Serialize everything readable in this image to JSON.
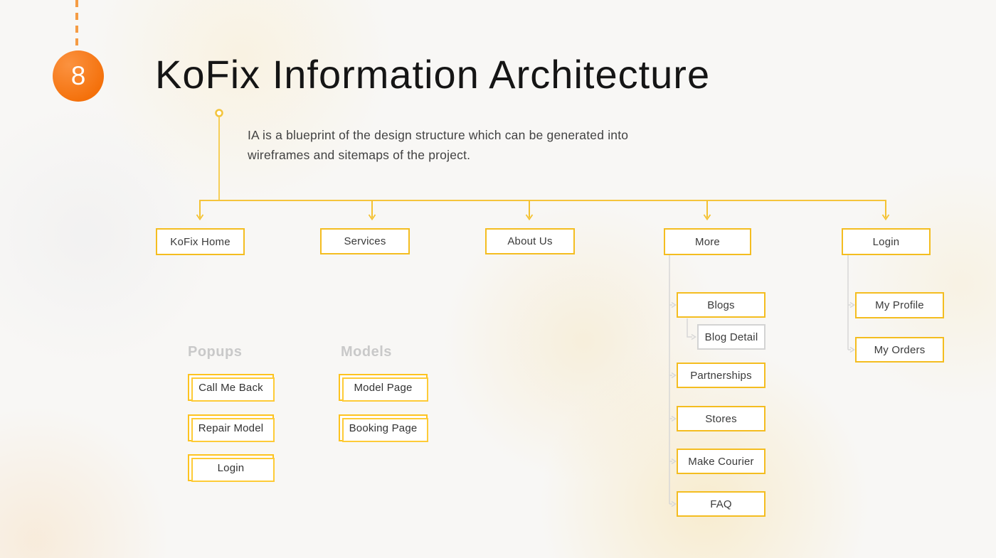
{
  "slide": {
    "number": "8",
    "title": "KoFix Information Architecture",
    "description_line1": "IA is a blueprint of the design structure which can be generated into",
    "description_line2": "wireframes and sitemaps of the project."
  },
  "colors": {
    "accent_orange": "#F4700A",
    "connector_yellow": "#F5C43C",
    "node_border_yellow": "#F4BD20",
    "popup_border_yellow": "#FDC31F",
    "gray_connector": "#D7D7D7",
    "gray_node_border": "#D3D3D3",
    "heading_gray": "#C9C9C9"
  },
  "sitemap": {
    "top_level": [
      "KoFix Home",
      "Services",
      "About Us",
      "More",
      "Login"
    ],
    "more_children": [
      "Blogs",
      "Partnerships",
      "Stores",
      "Make Courier",
      "FAQ"
    ],
    "blog_child": "Blog Detail",
    "login_children": [
      "My Profile",
      "My Orders"
    ]
  },
  "popups": {
    "heading": "Popups",
    "items": [
      "Call Me Back",
      "Repair Model",
      "Login"
    ]
  },
  "models": {
    "heading": "Models",
    "items": [
      "Model Page",
      "Booking Page"
    ]
  }
}
